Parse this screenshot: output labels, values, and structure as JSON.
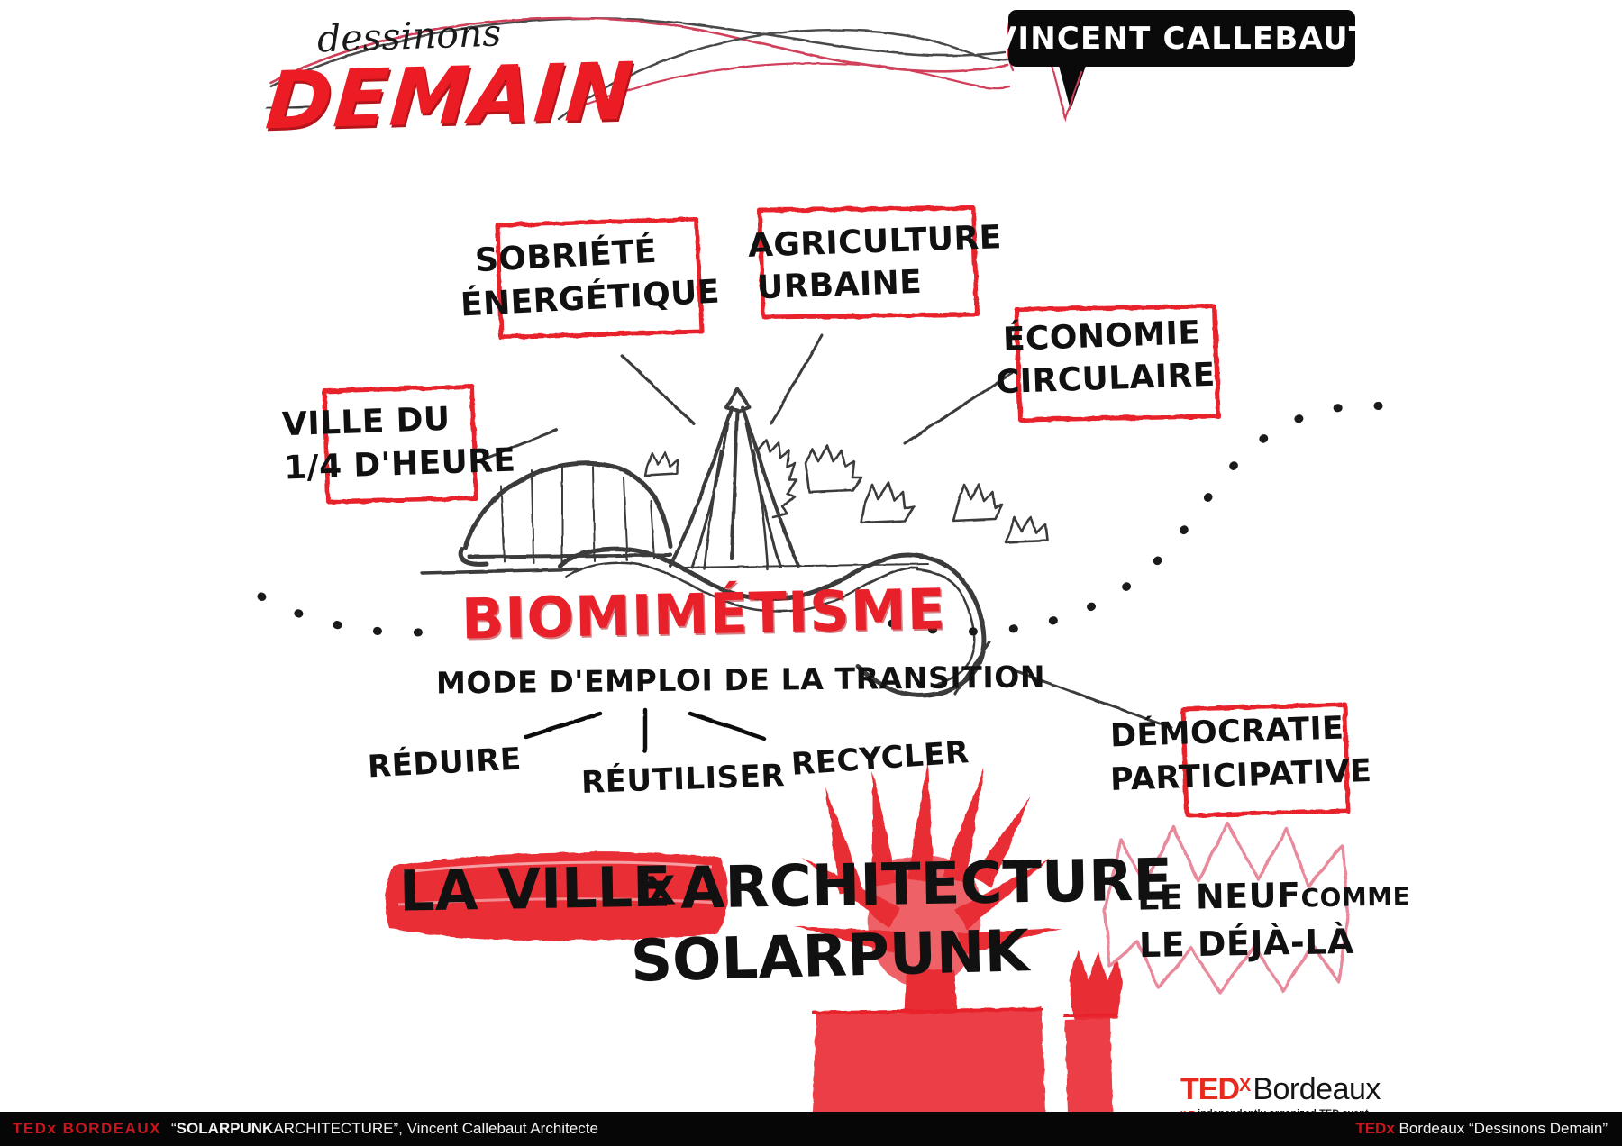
{
  "header": {
    "script_title": "dessinons",
    "main_title": "DEMAIN",
    "speaker": "ViNCENT CALLEBAUT"
  },
  "keywords": [
    {
      "id": "sobriete",
      "line1": "SOBRiÉTÉ",
      "line2": "ÉNERGÉTiQUE"
    },
    {
      "id": "agriculture",
      "line1": "AGRiCULTURE",
      "line2": "URBAiNE"
    },
    {
      "id": "economie",
      "line1": "ÉCONOMiE",
      "line2": "CiRCULAiRE"
    },
    {
      "id": "ville",
      "line1": "ViLLE DU",
      "line2": "1/4 D'HEURE"
    },
    {
      "id": "democratie",
      "line1": "DÉMOCRATiE",
      "line2": "PARTiCiPATiVE"
    }
  ],
  "center": {
    "concept": "BiOMiMÉTiSME",
    "subtitle": "MODE D'EMPLOi DE LA TRANSiTION",
    "branches": [
      "RÉDUiRE",
      "RÉUTiLiSER",
      "RECYCLER"
    ]
  },
  "headline": {
    "part1": "LA VILLE",
    "separator": "x",
    "part2": "ARCHiTECTURE",
    "part3": "SOLARPUNK"
  },
  "note": {
    "line1_strong": "LE NEUF",
    "line1_small": "COMME",
    "line2": "LE DÉJÀ-LÀ"
  },
  "logo": {
    "ted": "TED",
    "x": "X",
    "bordeaux": "Bordeaux",
    "tagline_mark": "x = ",
    "tagline": "independently organized TED event"
  },
  "footer": {
    "left_brand": "TEDx BORDEAUX",
    "left_quote_open": "“",
    "left_bold": "SOLARPUNK",
    "left_rest": " ARCHITECTURE”, Vincent Callebaut Architecte",
    "right_brand": "TEDx",
    "right_rest": " Bordeaux “Dessinons Demain”"
  },
  "colors": {
    "red": "#e8202a",
    "ted_red": "#e62b1e",
    "ink": "#111111",
    "paper": "#ffffff"
  }
}
